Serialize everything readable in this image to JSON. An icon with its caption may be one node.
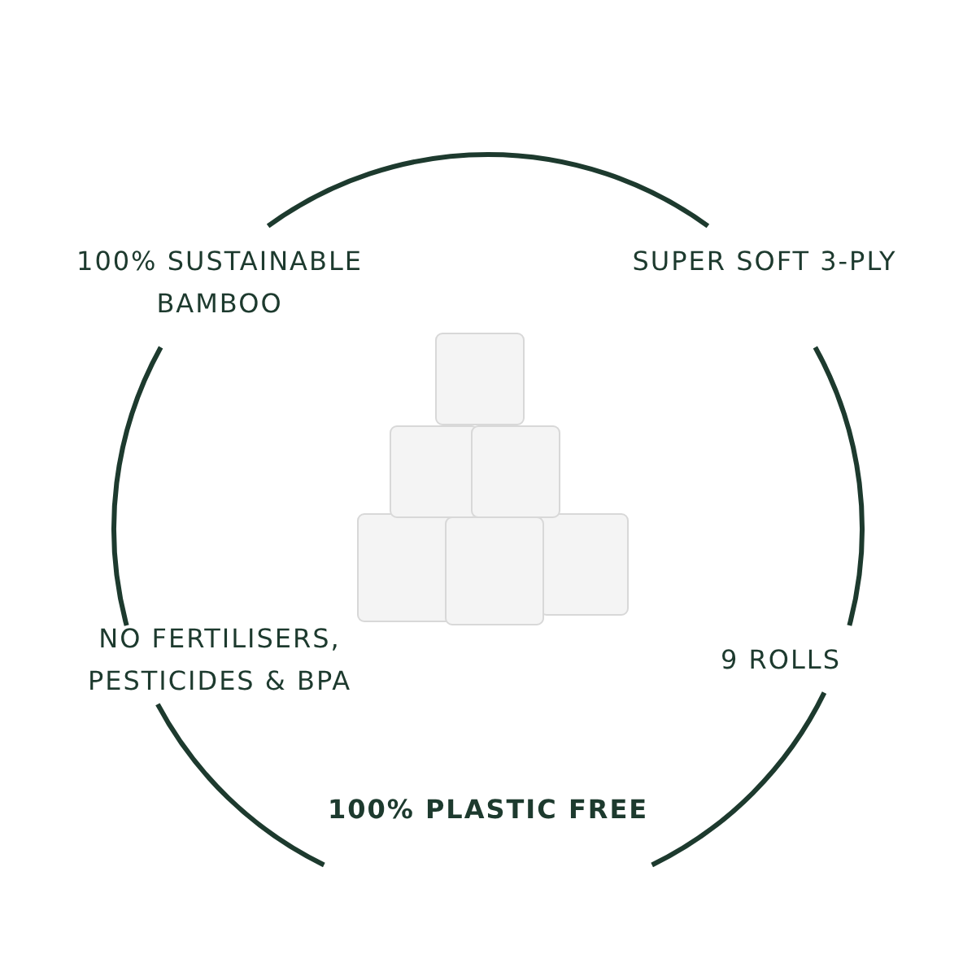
{
  "diagram": {
    "labels": [
      "100% SUSTAINABLE BAMBOO",
      "SUPER SOFT 3-PLY",
      "NO FERTILISERS, PESTICIDES & BPA",
      "9 ROLLS",
      "100% PLASTIC FREE"
    ]
  }
}
